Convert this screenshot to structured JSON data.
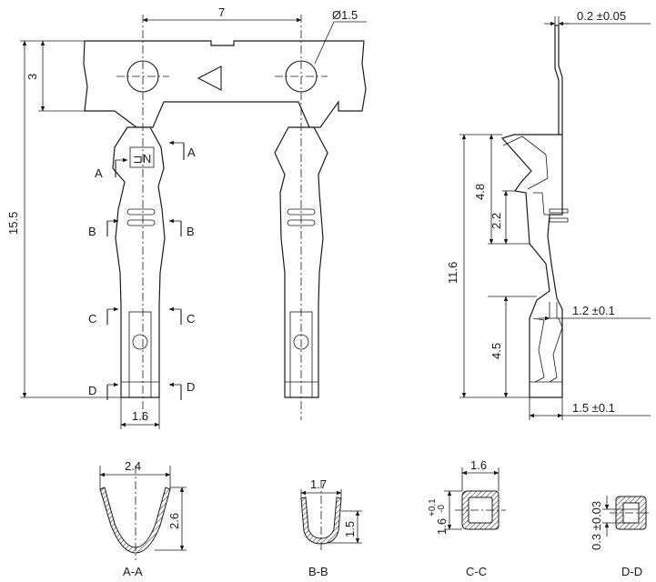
{
  "front_view": {
    "dim_pitch": "7",
    "dim_hole": "Ø1.5",
    "dim_carrier_height": "3",
    "dim_overall_length": "15.5",
    "dim_contact_width": "1.6",
    "stamp_text": "⊐N",
    "section_a": "A",
    "section_b": "B",
    "section_c": "C",
    "section_d": "D"
  },
  "side_view": {
    "dim_thickness": "0.2 ±0.05",
    "dim_length": "11.6",
    "dim_upper": "4.8",
    "dim_mid": "2.2",
    "dim_lower": "4.5",
    "dim_contact_height": "1.2 ±0.1",
    "dim_bottom_width": "1.5 ±0.1"
  },
  "sections": {
    "aa": {
      "label": "A-A",
      "width": "2.4",
      "height": "2.6"
    },
    "bb": {
      "label": "B-B",
      "width": "1.7",
      "height": "1.5"
    },
    "cc": {
      "label": "C-C",
      "width": "1.6",
      "height_main": "1.6",
      "tol_plus": "+0.1",
      "tol_minus": "-0"
    },
    "dd": {
      "label": "D-D",
      "wall": "0.3 ±0.03"
    }
  }
}
